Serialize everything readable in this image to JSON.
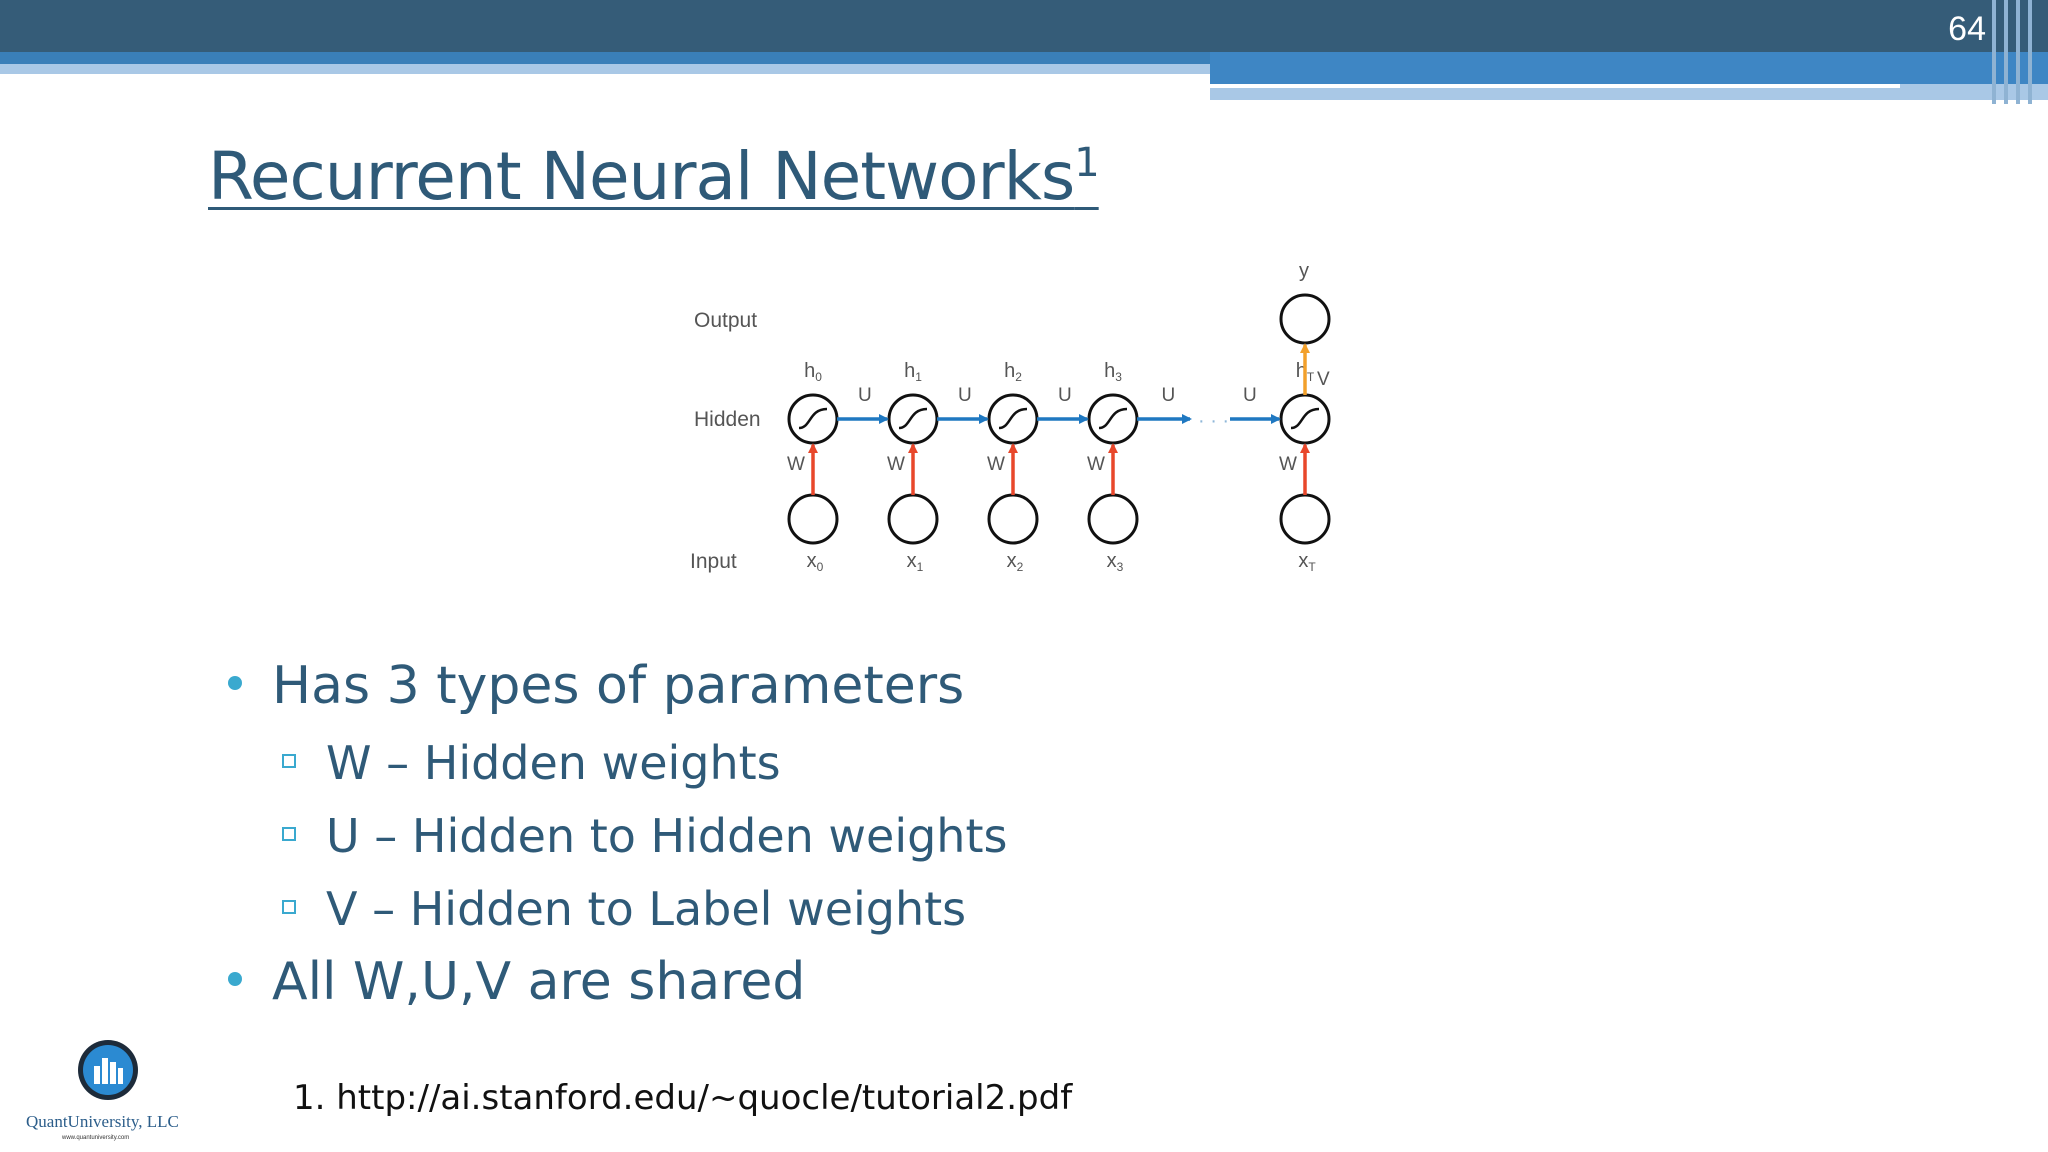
{
  "slide": {
    "number": "64"
  },
  "title": {
    "text": "Recurrent Neural Networks",
    "sup": "1"
  },
  "diagram": {
    "row_labels": {
      "output": "Output",
      "hidden": "Hidden",
      "input": "Input"
    },
    "y_label": "y",
    "v_label": "V",
    "u_label": "U",
    "w_label": "W",
    "ellipsis": "· · ·",
    "steps": [
      {
        "h": "h",
        "h_sub": "0",
        "x": "x",
        "x_sub": "0"
      },
      {
        "h": "h",
        "h_sub": "1",
        "x": "x",
        "x_sub": "1"
      },
      {
        "h": "h",
        "h_sub": "2",
        "x": "x",
        "x_sub": "2"
      },
      {
        "h": "h",
        "h_sub": "3",
        "x": "x",
        "x_sub": "3"
      },
      {
        "h": "h",
        "h_sub": "T",
        "x": "x",
        "x_sub": "T"
      }
    ],
    "colors": {
      "recurrent": "#1f78c1",
      "input": "#e8472b",
      "output": "#f2a02b"
    }
  },
  "bullets": [
    {
      "level": 1,
      "text": "Has 3 types of parameters"
    },
    {
      "level": 2,
      "text": "W – Hidden weights"
    },
    {
      "level": 2,
      "text": "U – Hidden to Hidden weights"
    },
    {
      "level": 2,
      "text": "V – Hidden to Label weights"
    },
    {
      "level": 1,
      "text": "All W,U,V are shared"
    }
  ],
  "footnote": "1. http://ai.stanford.edu/~quocle/tutorial2.pdf",
  "logo": {
    "name": "QuantUniversity, LLC",
    "url": "www.quantuniversity.com"
  },
  "colors": {
    "header": "#355c78",
    "accent": "#3aa9cf",
    "text": "#2f5a78"
  }
}
